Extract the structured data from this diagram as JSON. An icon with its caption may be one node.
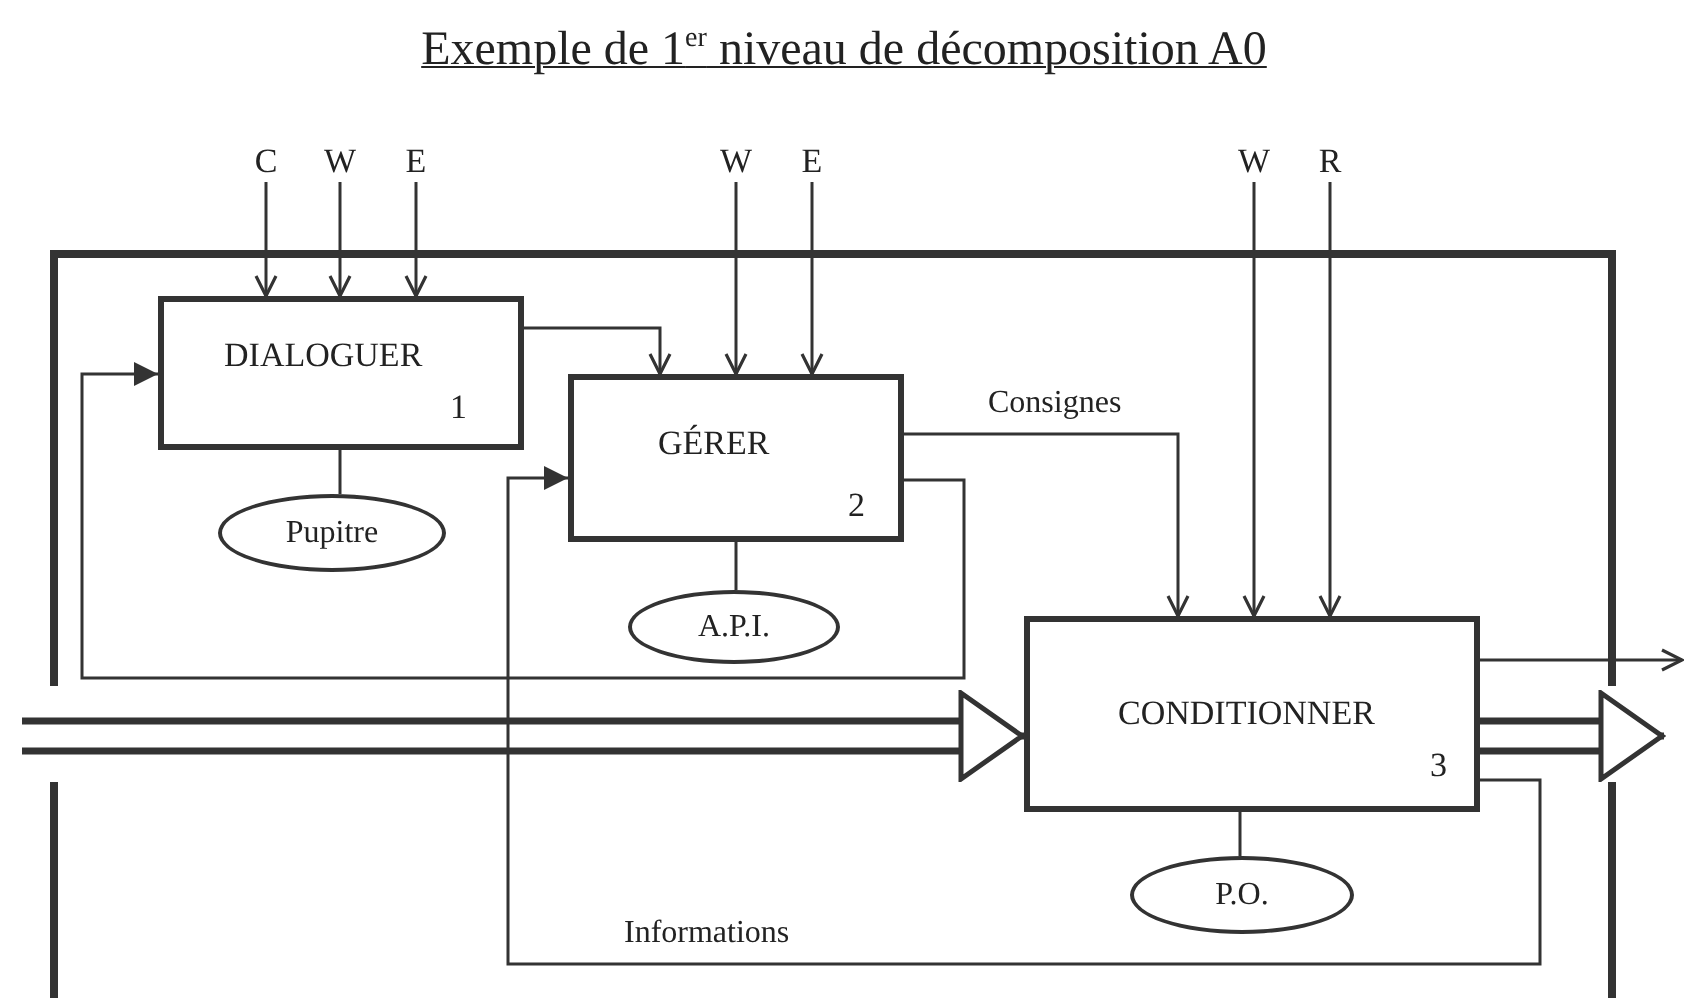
{
  "diagram": {
    "title": "Exemple de 1$^{er}$ niveau de décomposition A0",
    "nodes": [
      {
        "text": [],
        "shape": "box"
      },
      {
        "text": [
          "C"
        ]
      },
      {
        "text": [
          "W"
        ]
      },
      {
        "text": [
          "E"
        ]
      },
      {
        "text": [
          "W"
        ]
      },
      {
        "text": [
          "E"
        ]
      },
      {
        "text": [
          "W"
        ]
      },
      {
        "text": [
          "R"
        ]
      },
      {
        "text": [
          "DIALOGUER",
          "1"
        ],
        "in": 0
      },
      {
        "text": [
          "Pupitre"
        ],
        "in": 0
      },
      {
        "text": [
          "GÉRER",
          "2"
        ],
        "in": 0
      },
      {
        "text": [
          "A.P.I."
        ],
        "in": 0
      },
      {
        "text": [
          "CONDITIONNER",
          "3"
        ],
        "in": 0
      },
      {
        "text": [
          "P.O."
        ],
        "in": 0
      }
    ],
    "edges": [
      {
        "from": 1,
        "to": 8,
        "arrow": "to"
      },
      {
        "from": 2,
        "to": 8,
        "arrow": "to"
      },
      {
        "from": 3,
        "to": 8,
        "arrow": "to"
      },
      {
        "from": 8,
        "to": 10,
        "arrow": "to"
      },
      {
        "from": 4,
        "to": 10,
        "arrow": "to"
      },
      {
        "from": 5,
        "to": 10,
        "arrow": "to"
      },
      {
        "from": 10,
        "to": 8,
        "arrow": "to"
      },
      {
        "from": 8,
        "to": 9,
        "arrow": "none"
      },
      {
        "from": 10,
        "to": 12,
        "arrow": "to",
        "label": "Consignes"
      },
      {
        "from": 6,
        "to": 12,
        "arrow": "to"
      },
      {
        "from": 7,
        "to": 12,
        "arrow": "to"
      },
      {
        "from": 10,
        "to": 11,
        "arrow": "none"
      },
      {
        "from": null,
        "to": 12,
        "arrow": "to",
        "style": "thick"
      },
      {
        "from": 12,
        "to": null,
        "arrow": "to"
      },
      {
        "from": 12,
        "to": null,
        "arrow": "to",
        "style": "thick"
      },
      {
        "from": 12,
        "to": 13,
        "arrow": "none"
      },
      {
        "from": 12,
        "to": 10,
        "arrow": "to",
        "label": "Informations"
      }
    ]
  }
}
